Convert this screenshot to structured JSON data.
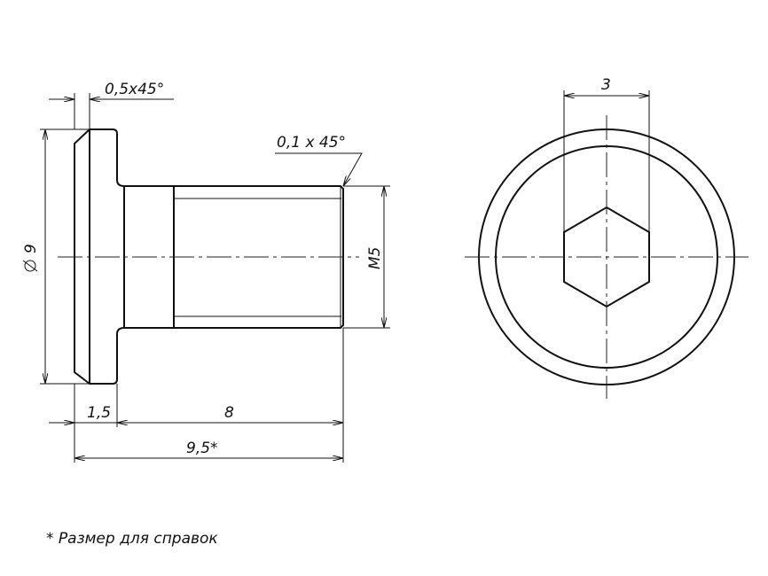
{
  "drawing": {
    "side_view": {
      "chamfer_head": "0,5x45°",
      "chamfer_thread": "0,1 x 45°",
      "diameter_head": "9",
      "thread": "M5",
      "head_length": "1,5",
      "shank_length": "8",
      "total_length": "9,5*"
    },
    "end_view": {
      "hex_size": "3"
    },
    "footnote": "* Размер для справок",
    "colors": {
      "line": "#111111",
      "background": "#ffffff"
    }
  }
}
